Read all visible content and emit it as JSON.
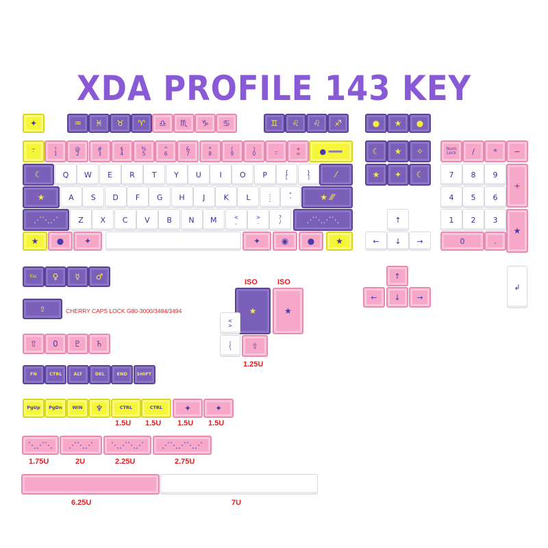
{
  "title": "XDA PROFILE 143 KEY",
  "colors": {
    "purple": "#7a60b8",
    "pink": "#f7a8c8",
    "yellow": "#f5f53a",
    "white": "#ffffff",
    "title": "#8a5ad6",
    "red_text": "#e02020"
  },
  "fn_row": [
    "♒",
    "♓",
    "♉",
    "♈",
    "♎",
    "♏",
    "♑",
    "♋",
    "♊",
    "♌",
    "♌",
    "♐"
  ],
  "num_row": [
    {
      "top": "~",
      "bottom": "`"
    },
    {
      "top": "!",
      "bottom": "1"
    },
    {
      "top": "@",
      "bottom": "2"
    },
    {
      "top": "#",
      "bottom": "3"
    },
    {
      "top": "$",
      "bottom": "4"
    },
    {
      "top": "%",
      "bottom": "5"
    },
    {
      "top": "^",
      "bottom": "6"
    },
    {
      "top": "&",
      "bottom": "7"
    },
    {
      "top": "*",
      "bottom": "8"
    },
    {
      "top": "(",
      "bottom": "9"
    },
    {
      "top": ")",
      "bottom": "0"
    },
    {
      "top": "_",
      "bottom": "-"
    },
    {
      "top": "+",
      "bottom": "="
    }
  ],
  "row_q": [
    "Q",
    "W",
    "E",
    "R",
    "T",
    "Y",
    "U",
    "I",
    "O",
    "P"
  ],
  "row_q_brackets": [
    {
      "top": "{",
      "bottom": "["
    },
    {
      "top": "}",
      "bottom": "]"
    }
  ],
  "row_a": [
    "A",
    "S",
    "D",
    "F",
    "G",
    "H",
    "J",
    "K",
    "L"
  ],
  "row_a_extra": [
    {
      "top": ":",
      "bottom": ";"
    },
    {
      "top": "\"",
      "bottom": "'"
    }
  ],
  "row_z": [
    "Z",
    "X",
    "C",
    "V",
    "B",
    "N",
    "M"
  ],
  "row_z_extra": [
    {
      "top": "<",
      "bottom": ","
    },
    {
      "top": ">",
      "bottom": "."
    },
    {
      "top": "?",
      "bottom": "/"
    }
  ],
  "numpad": {
    "numlock": "Num Lock",
    "slash": "/",
    "star": "*",
    "minus": "−",
    "plus": "+",
    "rows": [
      [
        "7",
        "8",
        "9"
      ],
      [
        "4",
        "5",
        "6"
      ],
      [
        "1",
        "2",
        "3"
      ]
    ],
    "zero": "0",
    "dot": "."
  },
  "arrows": {
    "up": "↑",
    "left": "←",
    "down": "↓",
    "right": "→"
  },
  "mods_row1": {
    "esc": "Esc",
    "venus": "♀",
    "mercury": "☿",
    "mars": "♂"
  },
  "caps_note": "CHERRY CAPS LOCK G80-3000/3484/3494",
  "caps_arrow": "⇧",
  "iso": {
    "label1": "ISO",
    "label2": "ISO",
    "size": "1.25U",
    "lt": "<",
    "gt": ">",
    "pipe": "|",
    "bslash": "\\"
  },
  "row_planets": [
    "⇧",
    "0",
    "♇",
    "♄"
  ],
  "mod_row": [
    "FN",
    "CTRL",
    "ALT",
    "DEL",
    "END",
    "SHIFT"
  ],
  "yellow_row": [
    "PgUp",
    "PgDn",
    "WIN",
    "♆",
    "CTRL",
    "CTRL"
  ],
  "size_labels_row": [
    "1.5U",
    "1.5U",
    "1.5U",
    "1.5U"
  ],
  "constellation_sizes": [
    "1.75U",
    "2U",
    "2.25U",
    "2.75U"
  ],
  "space_sizes": [
    "6.25U",
    "7U"
  ],
  "enter_symbol": "↲"
}
